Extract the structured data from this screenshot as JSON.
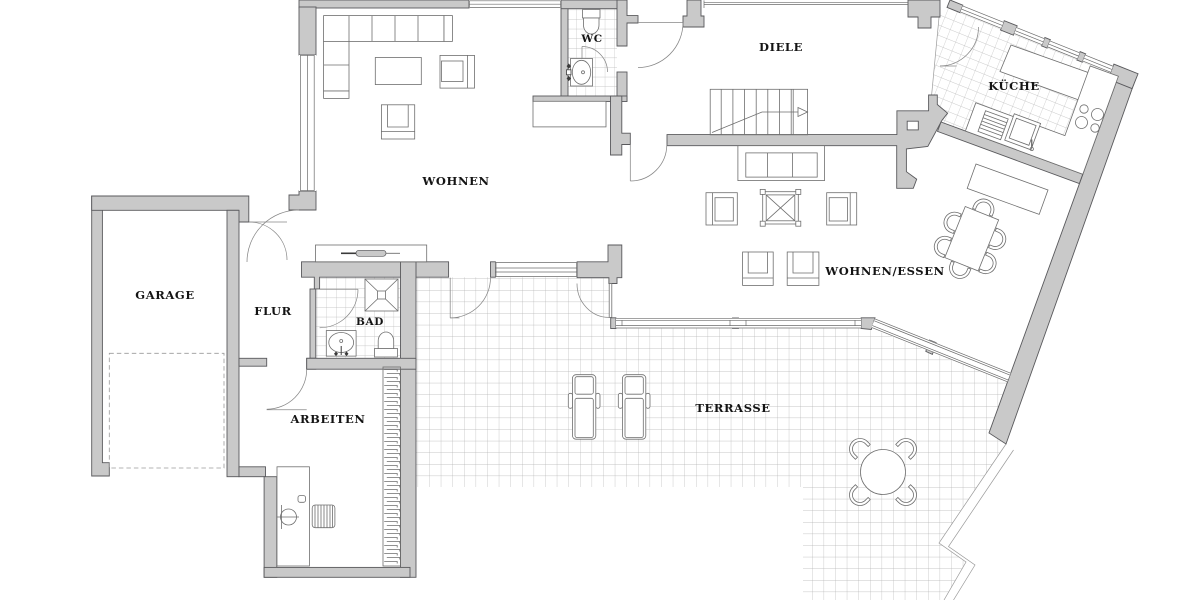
{
  "plan": {
    "type": "architectural-floor-plan",
    "style": "german-residential-ground-floor",
    "rooms": [
      {
        "id": "wohnen",
        "label": "WOHNEN"
      },
      {
        "id": "wc",
        "label": "WC"
      },
      {
        "id": "diele",
        "label": "DIELE"
      },
      {
        "id": "kueche",
        "label": "KÜCHE"
      },
      {
        "id": "garage",
        "label": "GARAGE"
      },
      {
        "id": "flur",
        "label": "FLUR"
      },
      {
        "id": "bad",
        "label": "BAD"
      },
      {
        "id": "arbeiten",
        "label": "ARBEITEN"
      },
      {
        "id": "wohnen_essen",
        "label": "WOHNEN/ESSEN"
      },
      {
        "id": "terrasse",
        "label": "TERRASSE"
      }
    ],
    "colors": {
      "paper": "#ffffff",
      "wall_fill": "#c9c9c9",
      "wall_stroke": "#59595c",
      "furniture_stroke": "#6e6e6e",
      "tile_line": "#c2c2c2",
      "window_line": "#6b6b6b",
      "door_arc": "#878787",
      "label_color": "#141414"
    }
  }
}
